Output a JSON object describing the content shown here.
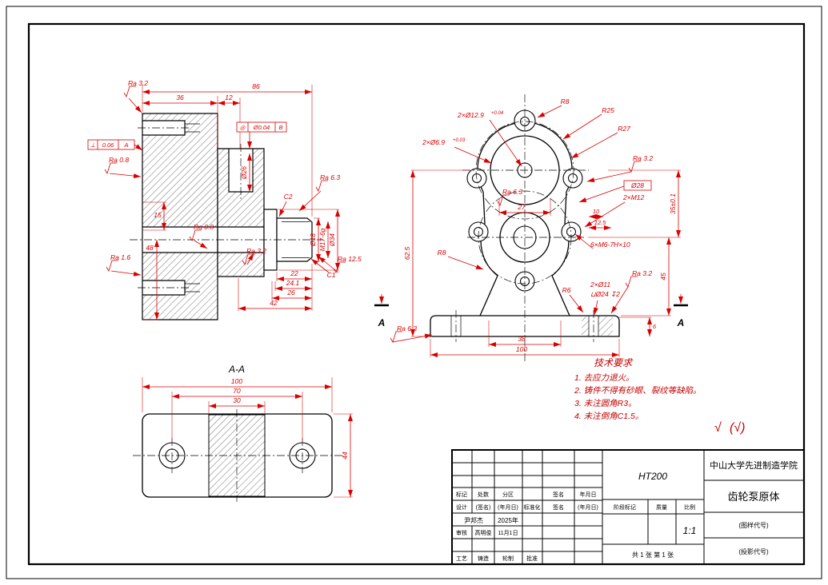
{
  "colors": {
    "dim_red": "#d80000",
    "tech_red": "#c40000",
    "line_black": "#000000",
    "paper": "#ffffff"
  },
  "tech_req": {
    "title": "技术要求",
    "items": [
      "1.  去应力退火。",
      "2.  铸件不得有砂眼、裂纹等缺陷。",
      "3.  未注圆角R3。",
      "4.  未注倒角C1.5。"
    ],
    "mark_main": "√",
    "mark_paren": "(√)"
  },
  "views": {
    "v1": {
      "ra32_top": "Ra 3.2",
      "d86": "86",
      "d36": "36",
      "d12": "12",
      "tolL_sym": "⊥",
      "tolL_val": "0.06",
      "tolL_dat": "A",
      "tolT_sym": "◎",
      "tolT_val": "Ø0.04",
      "tolT_dat": "B",
      "ra08_a": "Ra 0.8",
      "o26": "Ø26",
      "ra63": "Ra 6.3",
      "c2": "C2",
      "o18": "Ø18",
      "m17": "M17-6g",
      "o34": "Ø34",
      "d15": "15",
      "d48": "48",
      "ra08_b": "Ra 0.8",
      "ra32_b": "Ra 3.2",
      "ra16": "Ra 1.6",
      "c1": "C1",
      "ra125": "Ra 12.5",
      "d22": "22",
      "d241": "24.1",
      "d26": "26",
      "d42": "42"
    },
    "v2": {
      "call1": "2×Ø12.9",
      "call1_tol": "+0.04",
      "call2": "2×Ø6.9",
      "call2_tol": "+0.03",
      "r8a": "R8",
      "r25": "R25",
      "r27": "R27",
      "ra32_a": "Ra 3.2",
      "o28": "Ø28",
      "m12": "2×M12",
      "d10": "10",
      "d125": "12.5",
      "d27": "27",
      "ra63_a": "Ra 6.3",
      "m6": "6×M6-7H×10",
      "d35": "35±0.1",
      "d45": "45",
      "d625": "62.5",
      "r8b": "R8",
      "r6": "R6",
      "o11": "2×Ø11",
      "cbore": "⊔Ø24 ↧2",
      "ra32_b": "Ra 3.2",
      "d6": "6",
      "d38": "38",
      "d100": "100",
      "ra63_b": "Ra 6.3",
      "secA": "A"
    },
    "v3": {
      "label": "A-A",
      "d100": "100",
      "d70": "70",
      "d30": "30",
      "d44": "44"
    }
  },
  "title_block": {
    "material": "HT200",
    "company": "中山大学先进制造学院",
    "part_name": "齿轮泵原体",
    "code1": "(图样代号)",
    "code2": "(投影代号)",
    "stage": "阶段标记",
    "mass": "质量",
    "scale": "比例",
    "scale_val": "1:1",
    "sheet": "共 1 张 第 1 张",
    "h_mark": "标记",
    "h_count": "处数",
    "h_zone": "分区",
    "h_sign": "签名",
    "h_date": "年月日",
    "design": "设计",
    "design_sign": "(签名)",
    "design_date": "(年月日)",
    "std": "标准化",
    "std_sign": "签名",
    "std_date": "(年月日)",
    "designer": "尹邦杰",
    "year": "2025年",
    "audit": "审核",
    "auditor": "高明俊",
    "audit_date": "11月1日",
    "craft": "工艺",
    "craft1": "铸造",
    "craft2": "轮制",
    "approve": "批准"
  }
}
